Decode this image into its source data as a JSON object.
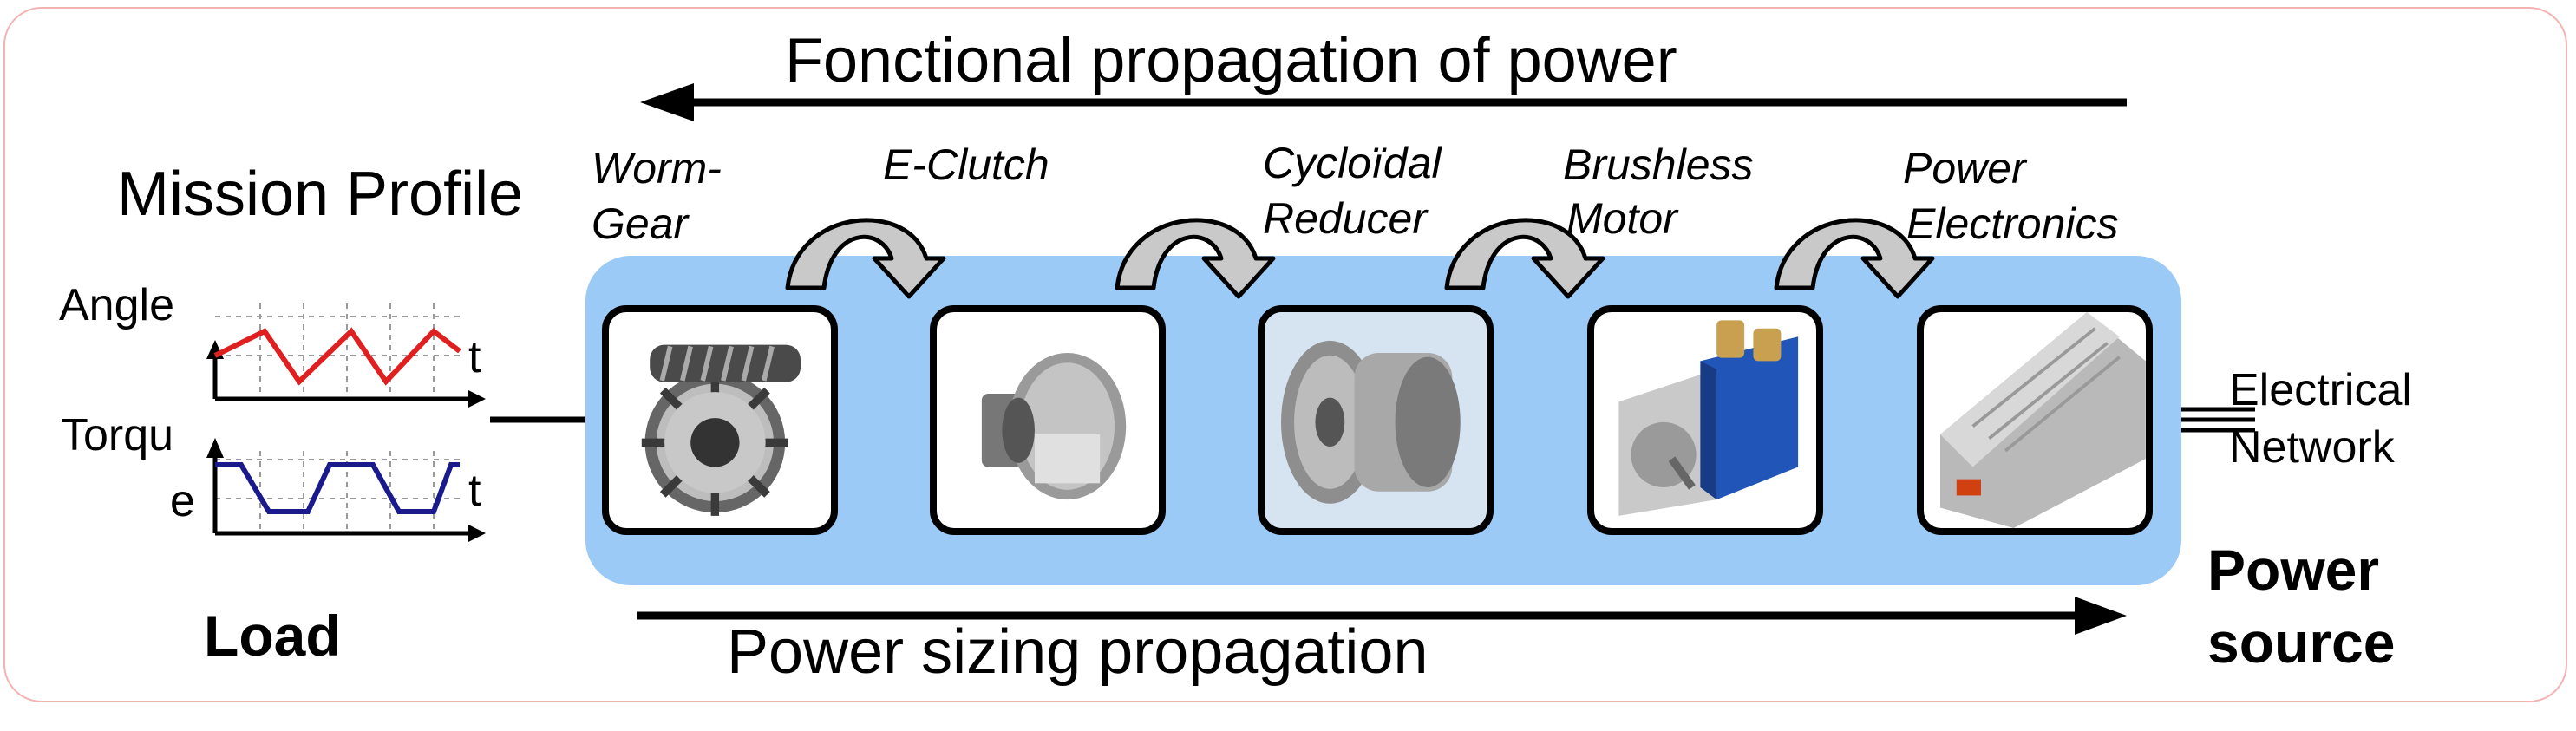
{
  "top_arrow_label": "Fonctional propagation of power",
  "bottom_arrow_label": "Power sizing propagation",
  "mission_profile": {
    "title": "Mission Profile",
    "angle_label": "Angle",
    "torque_label_1": "Torqu",
    "torque_label_2": "e",
    "time_label_1": "t",
    "time_label_2": "t"
  },
  "load_label": "Load",
  "power_source_label_1": "Power",
  "power_source_label_2": "source",
  "electrical_network_label_1": "Electrical",
  "electrical_network_label_2": "Network",
  "components": [
    {
      "name_1": "Worm-",
      "name_2": "Gear",
      "icon": "worm-gear"
    },
    {
      "name_1": "E-Clutch",
      "name_2": "",
      "icon": "clutch"
    },
    {
      "name_1": "Cycloïdal",
      "name_2": "Reducer",
      "icon": "cycloidal-reducer"
    },
    {
      "name_1": "Brushless",
      "name_2": "Motor",
      "icon": "brushless-motor"
    },
    {
      "name_1": "Power",
      "name_2": "Electronics",
      "icon": "power-electronics"
    }
  ],
  "colors": {
    "panel": "#9ccaf6",
    "angle_curve": "#e02020",
    "torque_curve": "#1a1a8c",
    "grid": "#9a9a9a"
  }
}
